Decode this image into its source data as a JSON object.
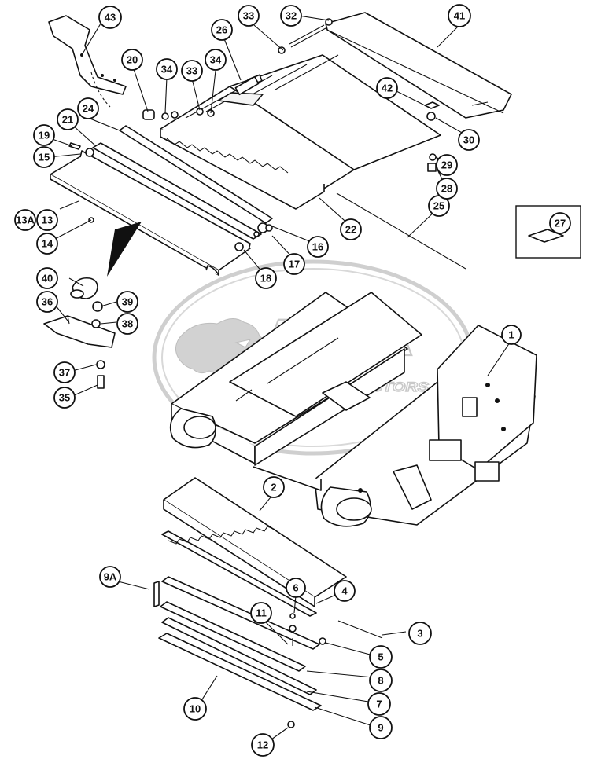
{
  "watermark": {
    "brand": "AGTA",
    "tagline": "AGTRACTORS"
  },
  "colors": {
    "ink": "#111111",
    "watermark": "#c9c9c9",
    "background": "#ffffff"
  },
  "callouts": [
    {
      "id": "1",
      "label": "1"
    },
    {
      "id": "2",
      "label": "2"
    },
    {
      "id": "3",
      "label": "3"
    },
    {
      "id": "4",
      "label": "4"
    },
    {
      "id": "5",
      "label": "5"
    },
    {
      "id": "6",
      "label": "6"
    },
    {
      "id": "7",
      "label": "7"
    },
    {
      "id": "8",
      "label": "8"
    },
    {
      "id": "9",
      "label": "9"
    },
    {
      "id": "9A",
      "label": "9A"
    },
    {
      "id": "10",
      "label": "10"
    },
    {
      "id": "11",
      "label": "11"
    },
    {
      "id": "12",
      "label": "12"
    },
    {
      "id": "13",
      "label": "13"
    },
    {
      "id": "13A",
      "label": "13A"
    },
    {
      "id": "14",
      "label": "14"
    },
    {
      "id": "15",
      "label": "15"
    },
    {
      "id": "16",
      "label": "16"
    },
    {
      "id": "17",
      "label": "17"
    },
    {
      "id": "18",
      "label": "18"
    },
    {
      "id": "19",
      "label": "19"
    },
    {
      "id": "20",
      "label": "20"
    },
    {
      "id": "21",
      "label": "21"
    },
    {
      "id": "22",
      "label": "22"
    },
    {
      "id": "24",
      "label": "24"
    },
    {
      "id": "25",
      "label": "25"
    },
    {
      "id": "26",
      "label": "26"
    },
    {
      "id": "27",
      "label": "27"
    },
    {
      "id": "28",
      "label": "28"
    },
    {
      "id": "29",
      "label": "29"
    },
    {
      "id": "30",
      "label": "30"
    },
    {
      "id": "32",
      "label": "32"
    },
    {
      "id": "33a",
      "label": "33"
    },
    {
      "id": "33b",
      "label": "33"
    },
    {
      "id": "34a",
      "label": "34"
    },
    {
      "id": "34b",
      "label": "34"
    },
    {
      "id": "35",
      "label": "35"
    },
    {
      "id": "36",
      "label": "36"
    },
    {
      "id": "37",
      "label": "37"
    },
    {
      "id": "38",
      "label": "38"
    },
    {
      "id": "39",
      "label": "39"
    },
    {
      "id": "40",
      "label": "40"
    },
    {
      "id": "41",
      "label": "41"
    },
    {
      "id": "42",
      "label": "42"
    },
    {
      "id": "43",
      "label": "43"
    }
  ]
}
